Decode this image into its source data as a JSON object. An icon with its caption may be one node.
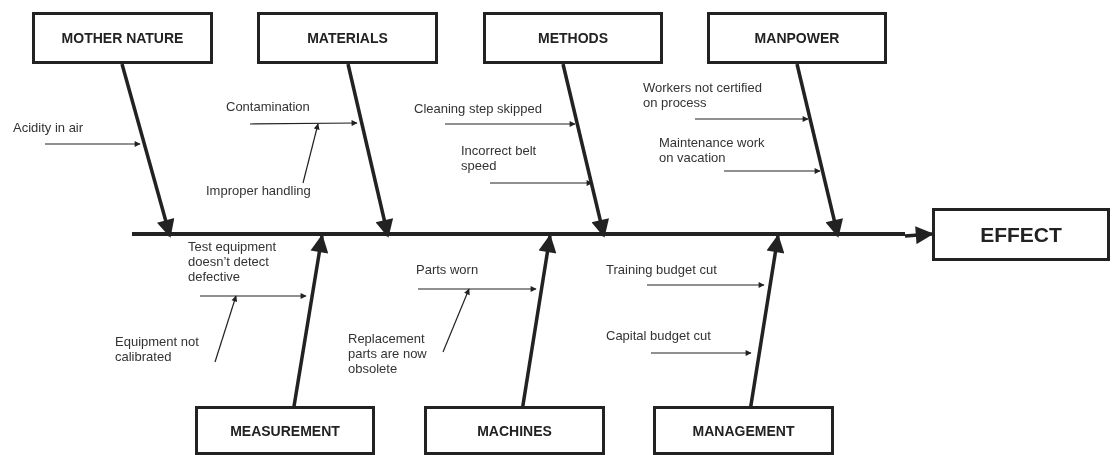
{
  "diagram": {
    "nodes": [
      {
        "text": [
          "MOTHER NATURE"
        ]
      },
      {
        "text": [
          "MATERIALS"
        ]
      },
      {
        "text": [
          "METHODS"
        ]
      },
      {
        "text": [
          "MANPOWER"
        ]
      },
      {
        "text": [
          "EFFECT"
        ]
      },
      {
        "text": [
          "MEASUREMENT"
        ]
      },
      {
        "text": [
          "MACHINES"
        ]
      },
      {
        "text": [
          "MANAGEMENT"
        ]
      },
      {
        "text": [
          "Acidity in air"
        ]
      },
      {
        "text": [
          "Contamination"
        ]
      },
      {
        "text": [
          "Improper handling"
        ]
      },
      {
        "text": [
          "Cleaning step skipped"
        ]
      },
      {
        "text": [
          "Incorrect belt speed"
        ]
      },
      {
        "text": [
          "Workers not certified on process"
        ]
      },
      {
        "text": [
          "Maintenance work on vacation"
        ]
      },
      {
        "text": [
          "Test equipment doesn’t detect defective"
        ]
      },
      {
        "text": [
          "Equipment not calibrated"
        ]
      },
      {
        "text": [
          "Parts worn"
        ]
      },
      {
        "text": [
          "Replacement parts are now obsolete"
        ]
      },
      {
        "text": [
          "Training budget cut"
        ]
      },
      {
        "text": [
          "Capital budget cut"
        ]
      },
      {
        "text": [],
        "shape": "bar"
      }
    ],
    "edges": [
      {
        "from": 21,
        "to": 4,
        "arrow": "to",
        "style": "thick"
      },
      {
        "from": 0,
        "to": 21,
        "arrow": "to",
        "style": "thick"
      },
      {
        "from": 1,
        "to": 21,
        "arrow": "to",
        "style": "thick"
      },
      {
        "from": 2,
        "to": 21,
        "arrow": "to",
        "style": "thick"
      },
      {
        "from": 3,
        "to": 21,
        "arrow": "to",
        "style": "thick"
      },
      {
        "from": 5,
        "to": 21,
        "arrow": "to",
        "style": "thick"
      },
      {
        "from": 6,
        "to": 21,
        "arrow": "to",
        "style": "thick"
      },
      {
        "from": 7,
        "to": 21,
        "arrow": "to",
        "style": "thick"
      },
      {
        "from": 8,
        "to": null,
        "arrow": "to"
      },
      {
        "from": 9,
        "to": null,
        "arrow": "to"
      },
      {
        "from": 10,
        "to": 9,
        "arrow": "to"
      },
      {
        "from": 11,
        "to": null,
        "arrow": "to"
      },
      {
        "from": 12,
        "to": null,
        "arrow": "to"
      },
      {
        "from": 13,
        "to": null,
        "arrow": "to"
      },
      {
        "from": 14,
        "to": null,
        "arrow": "to"
      },
      {
        "from": 15,
        "to": null,
        "arrow": "to"
      },
      {
        "from": 16,
        "to": 15,
        "arrow": "to"
      },
      {
        "from": 17,
        "to": null,
        "arrow": "to"
      },
      {
        "from": 18,
        "to": 17,
        "arrow": "to"
      },
      {
        "from": 19,
        "to": null,
        "arrow": "to"
      },
      {
        "from": 20,
        "to": null,
        "arrow": "to"
      }
    ]
  }
}
